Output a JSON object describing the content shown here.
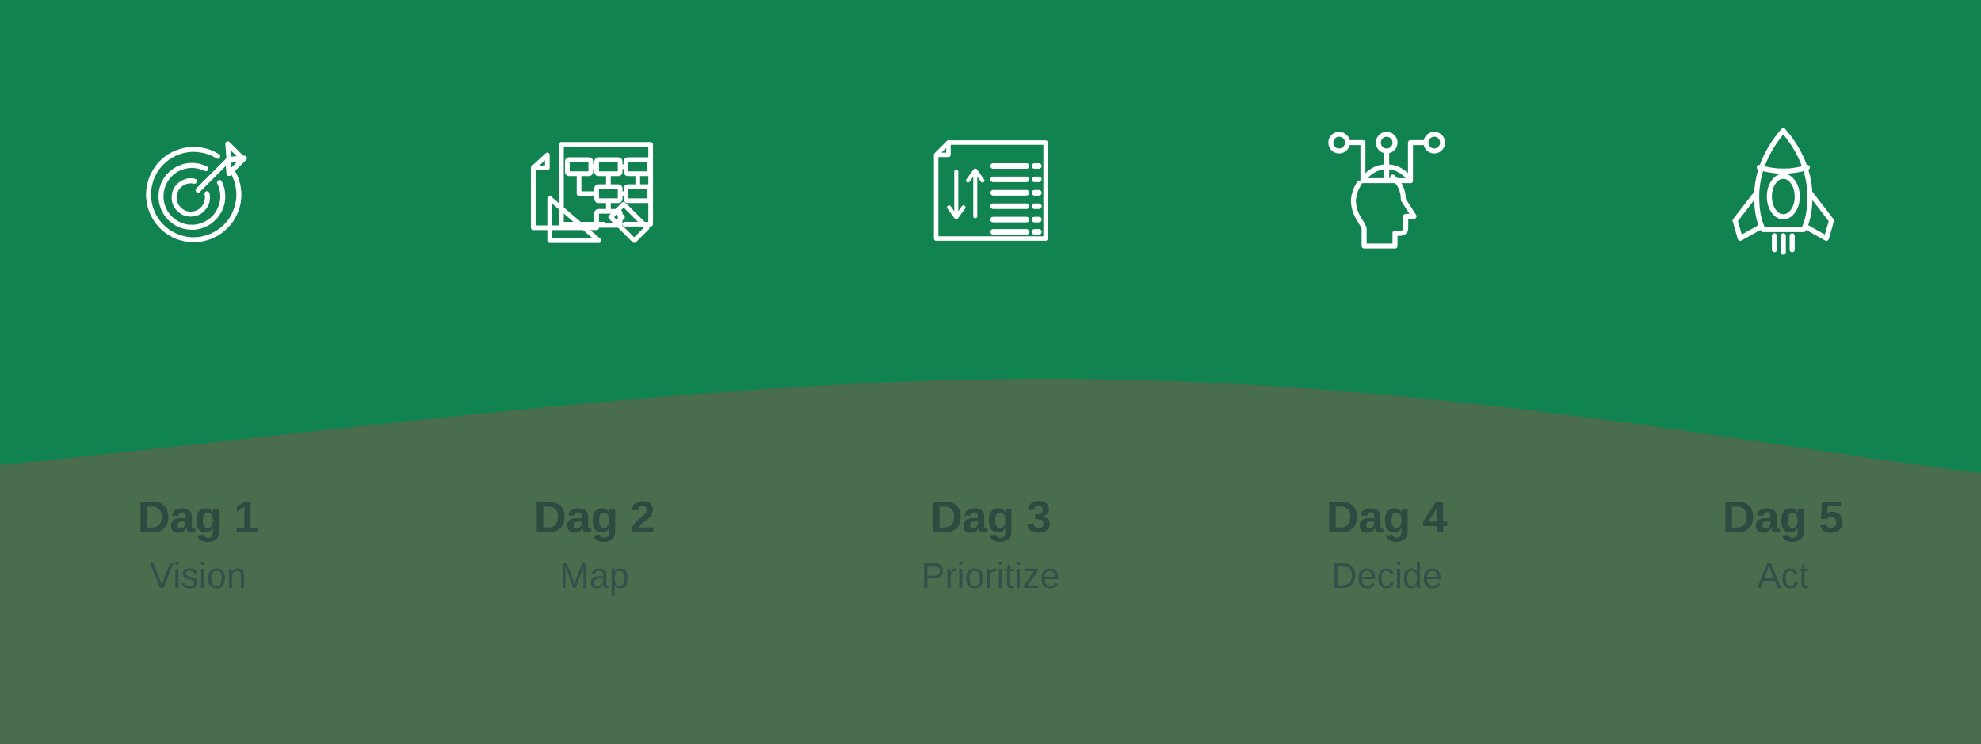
{
  "theme": {
    "top_band_color": "#118350",
    "bottom_band_color": "#4a6d4d",
    "icon_stroke_color": "#ffffff",
    "title_color": "#2f4a40",
    "subtitle_color": "#33514a"
  },
  "steps": [
    {
      "title": "Dag 1",
      "subtitle": "Vision",
      "icon": "target-arrow-icon"
    },
    {
      "title": "Dag 2",
      "subtitle": "Map",
      "icon": "blueprint-flowchart-icon"
    },
    {
      "title": "Dag 3",
      "subtitle": "Prioritize",
      "icon": "sort-list-icon"
    },
    {
      "title": "Dag 4",
      "subtitle": "Decide",
      "icon": "head-circuit-icon"
    },
    {
      "title": "Dag 5",
      "subtitle": "Act",
      "icon": "rocket-icon"
    }
  ]
}
